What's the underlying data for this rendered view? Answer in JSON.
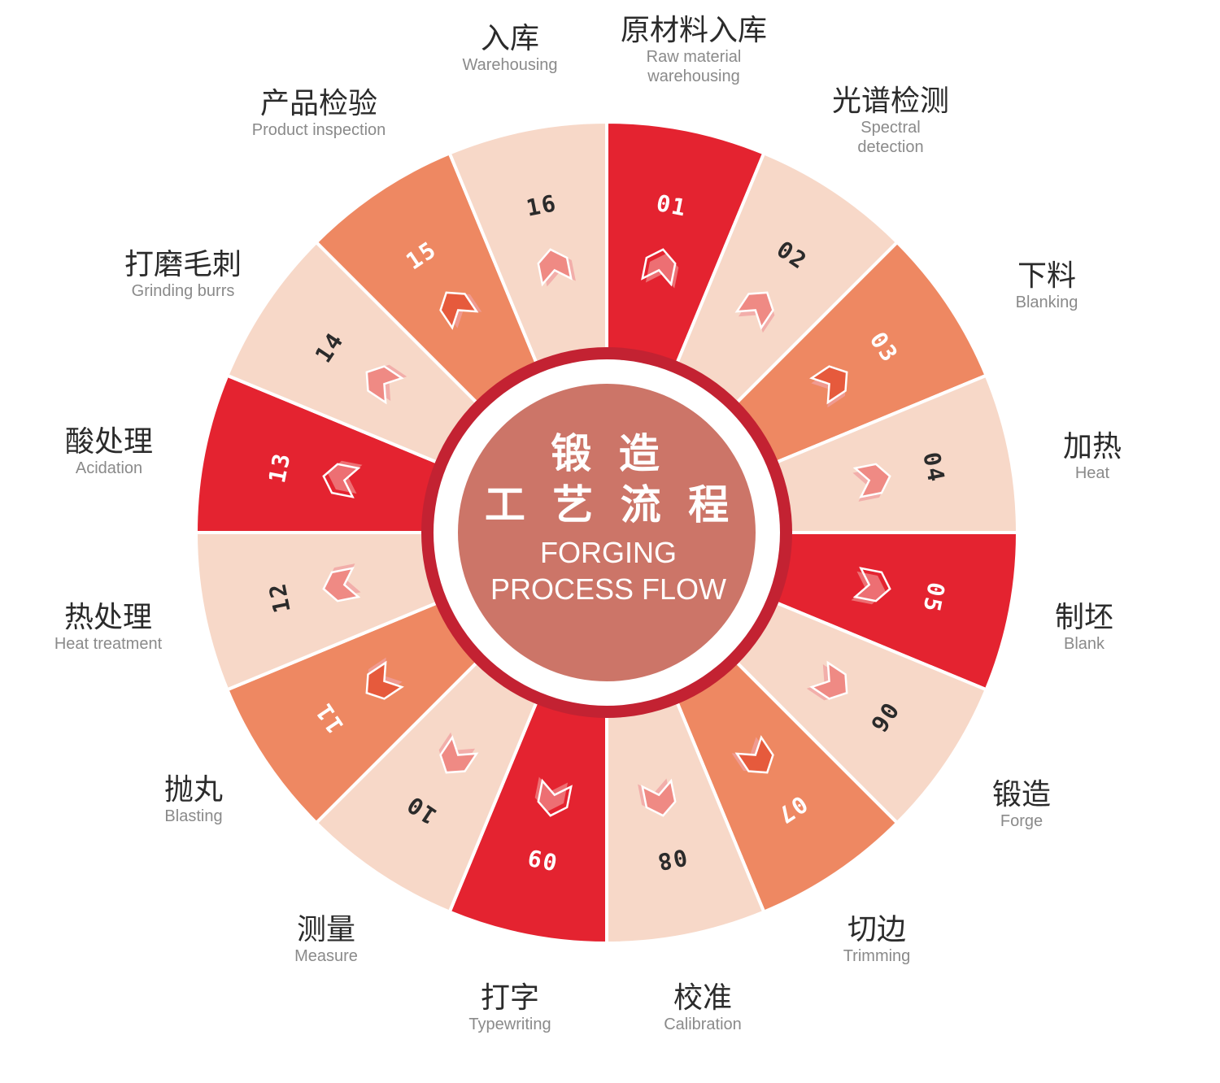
{
  "center": {
    "title_line1": "锻 造",
    "title_line2": "工 艺 流 程",
    "subtitle_line1": "FORGING",
    "subtitle_line2": "PROCESS FLOW"
  },
  "colors": {
    "red": "#e42330",
    "orange": "#ee8862",
    "pale": "#f7d8c8",
    "hub": "#cc7568",
    "hub_ring": "#c32232"
  },
  "steps": [
    {
      "num": "01",
      "zh": "原材料入库",
      "en": "Raw material\nwarehousing",
      "tone": "red"
    },
    {
      "num": "02",
      "zh": "光谱检测",
      "en": "Spectral\ndetection",
      "tone": "pale"
    },
    {
      "num": "03",
      "zh": "下料",
      "en": "Blanking",
      "tone": "orange"
    },
    {
      "num": "04",
      "zh": "加热",
      "en": "Heat",
      "tone": "pale"
    },
    {
      "num": "05",
      "zh": "制坯",
      "en": "Blank",
      "tone": "red"
    },
    {
      "num": "06",
      "zh": "锻造",
      "en": "Forge",
      "tone": "pale"
    },
    {
      "num": "07",
      "zh": "切边",
      "en": "Trimming",
      "tone": "orange"
    },
    {
      "num": "08",
      "zh": "校准",
      "en": "Calibration",
      "tone": "pale"
    },
    {
      "num": "09",
      "zh": "打字",
      "en": "Typewriting",
      "tone": "red"
    },
    {
      "num": "10",
      "zh": "测量",
      "en": "Measure",
      "tone": "pale"
    },
    {
      "num": "11",
      "zh": "抛丸",
      "en": "Blasting",
      "tone": "orange"
    },
    {
      "num": "12",
      "zh": "热处理",
      "en": "Heat  treatment",
      "tone": "pale"
    },
    {
      "num": "13",
      "zh": "酸处理",
      "en": "Acidation",
      "tone": "red"
    },
    {
      "num": "14",
      "zh": "打磨毛刺",
      "en": "Grinding burrs",
      "tone": "pale"
    },
    {
      "num": "15",
      "zh": "产品检验",
      "en": "Product inspection",
      "tone": "orange"
    },
    {
      "num": "16",
      "zh": "入库",
      "en": "Warehousing",
      "tone": "pale"
    }
  ]
}
